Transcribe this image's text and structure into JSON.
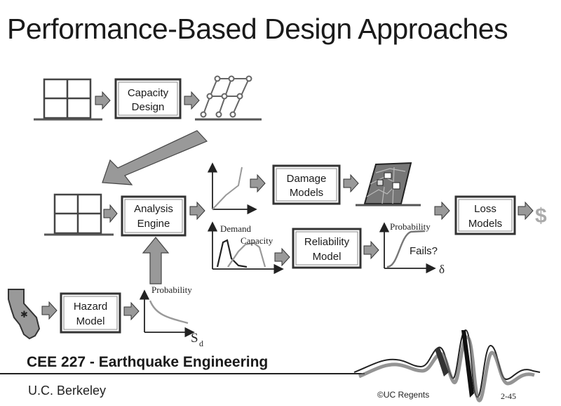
{
  "slide": {
    "title": "Performance-Based Design Approaches",
    "course": "CEE 227 - Earthquake Engineering",
    "university": "U.C. Berkeley",
    "copyright": "©UC Regents",
    "slide_number": "2-45"
  },
  "boxes": {
    "capacity": [
      "Capacity",
      "Design"
    ],
    "analysis": [
      "Analysis",
      "Engine"
    ],
    "damage": [
      "Damage",
      "Models"
    ],
    "reliability": [
      "Reliability",
      "Model"
    ],
    "loss": [
      "Loss",
      "Models"
    ],
    "hazard": [
      "Hazard",
      "Model"
    ]
  },
  "labels": {
    "demand": "Demand",
    "capacity": "Capacity",
    "probability_reliability": "Probability",
    "fails": "Fails?",
    "delta": "δ",
    "probability_hazard": "Probability",
    "sd_main": "S",
    "sd_sub": "d",
    "dollar": "$"
  }
}
